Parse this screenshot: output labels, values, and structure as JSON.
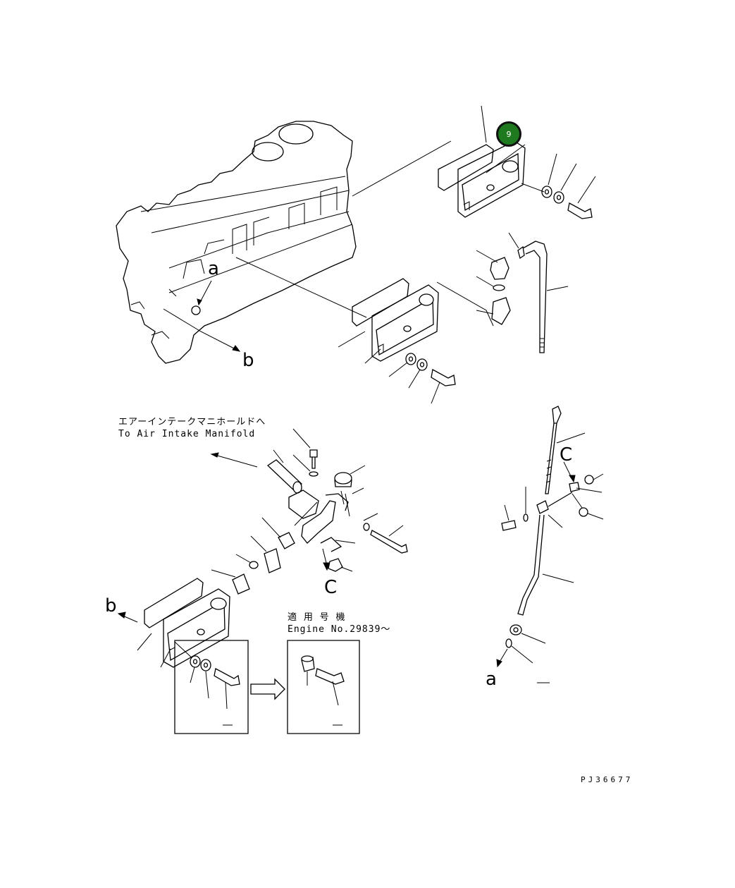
{
  "labels": {
    "manifold_jp": "エアーインテークマニホールドへ",
    "manifold_en": "To Air Intake Manifold",
    "applicable_jp": "適 用 号 機",
    "applicable_en": "Engine No.29839～",
    "letter_a_top": "a",
    "letter_b_top": "b",
    "letter_c_mid": "C",
    "letter_c_right": "C",
    "letter_b_left": "b",
    "letter_a_bottom": "a",
    "drawing_code": "PJ36677"
  },
  "callout": {
    "number": "9",
    "color": "#1f7a1f"
  }
}
